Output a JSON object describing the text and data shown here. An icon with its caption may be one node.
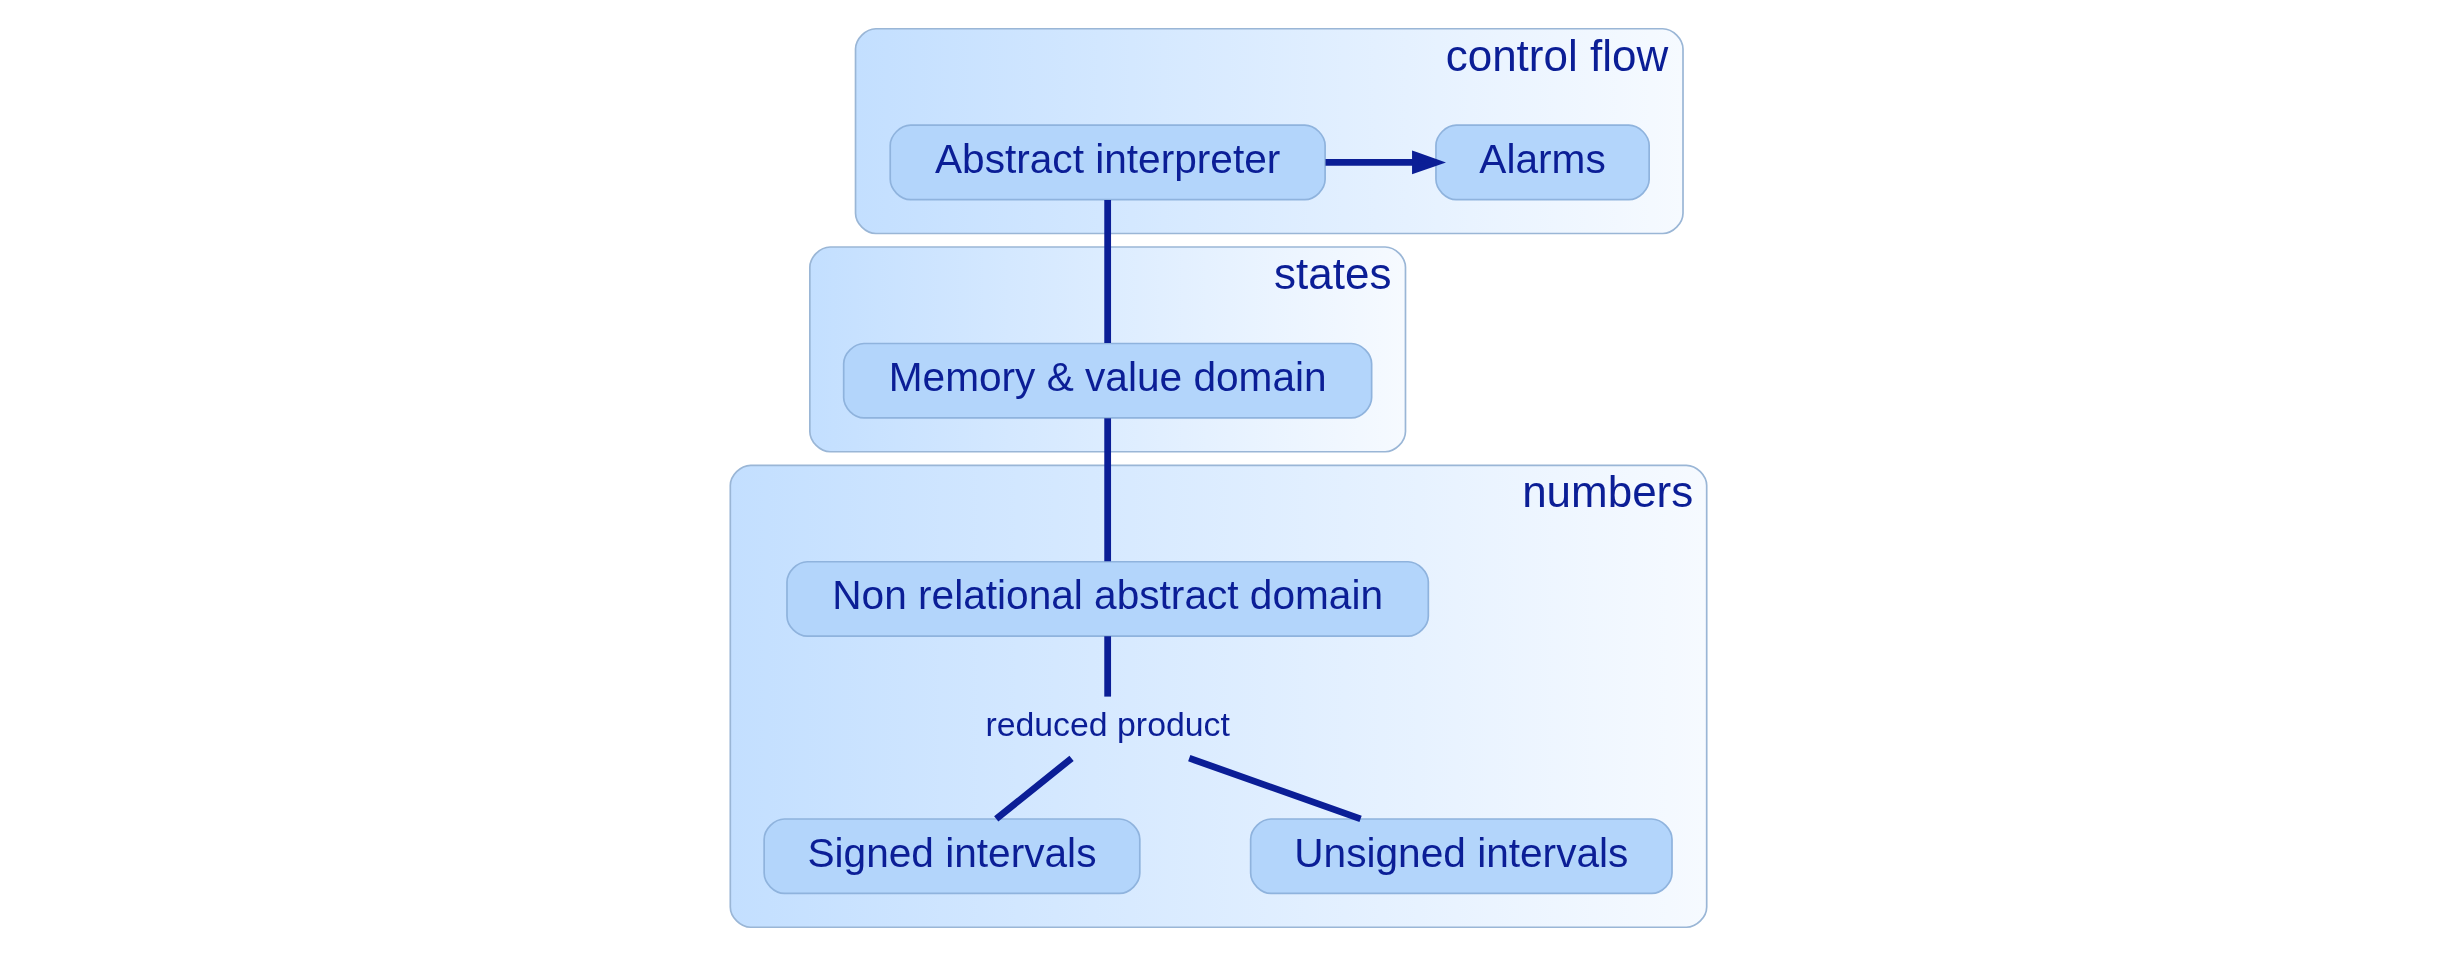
{
  "diagram": {
    "nodes": [
      {
        "text": [
          "control flow"
        ]
      },
      {
        "text": [
          "Alarms"
        ],
        "in": 0
      },
      {
        "text": [
          "Abstract interpreter"
        ],
        "in": 0
      },
      {
        "text": [
          "states"
        ]
      },
      {
        "text": [
          "Memory & value domain"
        ],
        "in": 3
      },
      {
        "text": [
          "numbers"
        ]
      },
      {
        "text": [
          "Non relational abstract domain"
        ],
        "in": 5
      },
      {
        "text": [
          "reduced product"
        ],
        "in": 5
      },
      {
        "text": [
          "Signed intervals"
        ],
        "in": 5
      },
      {
        "text": [
          "Unsigned intervals"
        ],
        "in": 5
      }
    ],
    "edges": [
      {
        "from": 2,
        "to": 1,
        "arrow": "to"
      },
      {
        "from": 2,
        "to": 4,
        "arrow": "none"
      },
      {
        "from": 4,
        "to": 6,
        "arrow": "none"
      },
      {
        "from": 6,
        "to": 7,
        "arrow": "none"
      },
      {
        "from": 7,
        "to": 8,
        "arrow": "none"
      },
      {
        "from": 7,
        "to": 9,
        "arrow": "none"
      }
    ]
  }
}
